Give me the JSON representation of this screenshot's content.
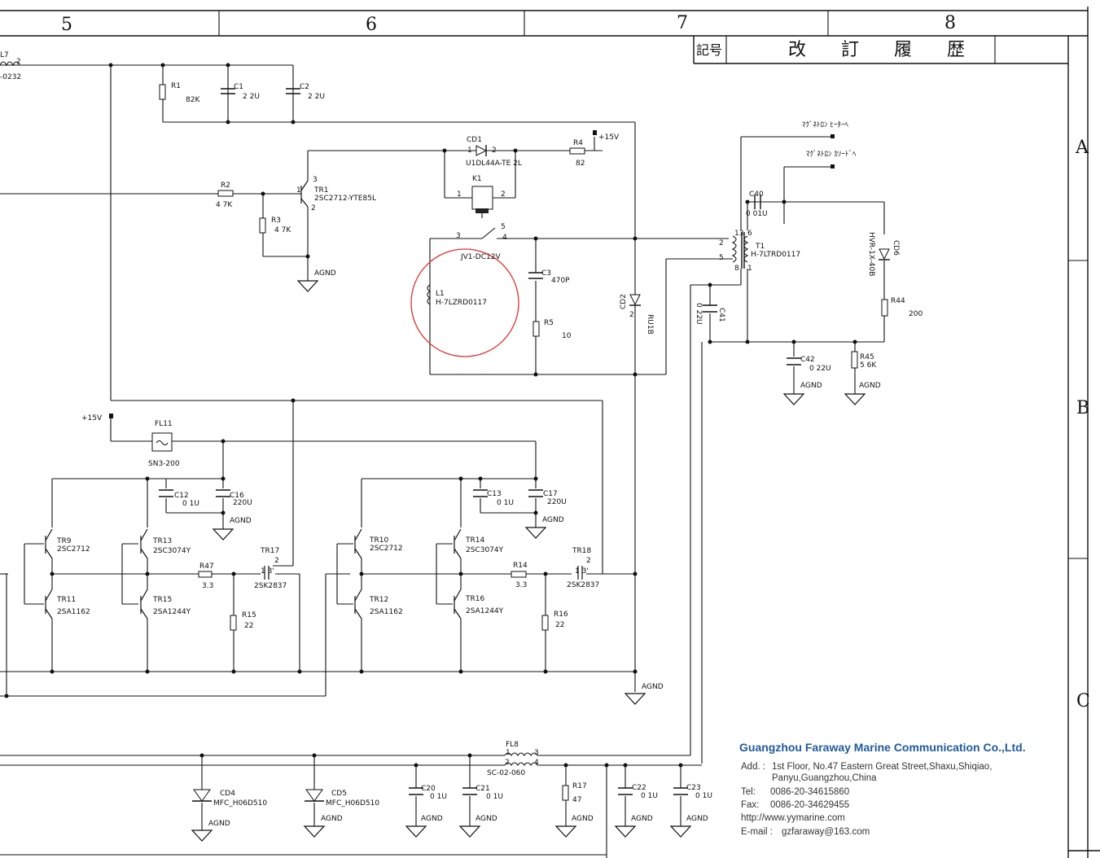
{
  "frame": {
    "columns": [
      "5",
      "6",
      "7",
      "8"
    ],
    "rows": [
      "A",
      "B",
      "C"
    ],
    "revision_header": {
      "symbol": "記号",
      "title": "改 訂 履 歴"
    }
  },
  "labels": {
    "l7": "L7",
    "l7_pin": "2",
    "l7_part": "-0232",
    "r1": "R1",
    "r1_val": "82K",
    "c1": "C1",
    "c1_val": "2 2U",
    "c2": "C2",
    "c2_val": "2 2U",
    "cd1": "CD1",
    "cd1_p1": "1",
    "cd1_p2": "2",
    "cd1_part": "U1DL44A-TE 2L",
    "r4": "R4",
    "r4_val": "82",
    "plus15v_top": "+15V",
    "k1": "K1",
    "k1_p1": "1",
    "k1_p2": "2",
    "k1_p3": "3",
    "k1_p4": "4",
    "k1_p5": "5",
    "k1_part": "JV1-DC12V",
    "r2": "R2",
    "r2_val": "4 7K",
    "r3": "R3",
    "r3_val": "4 7K",
    "tr1": "TR1",
    "tr1_part": "2SC2712-YTE85L",
    "tr1_p1": "1",
    "tr1_p2": "2",
    "tr1_p3": "3",
    "agnd": "AGND",
    "l1": "L1",
    "l1_part": "H-7LZRD0117",
    "c3": "C3",
    "c3_val": "470P",
    "r5": "R5",
    "r5_val": "10",
    "cd2": "CD2",
    "cd2_part": "RU1B",
    "cd2_p2": "2",
    "mag_heater": "ﾏｸﾞﾈﾄﾛﾝ ﾋｰﾀｰﾍ",
    "mag_cathode": "ﾏｸﾞﾈﾄﾛﾝ ｶｿｰﾄﾞﾍ",
    "c40": "C40",
    "c40_val": "0 01U",
    "t1": "T1",
    "t1_part": "H-7LTRD0117",
    "t1_p1": "1",
    "t1_p2": "2",
    "t1_p5": "5",
    "t1_p6": "6",
    "t1_p8": "8",
    "t1_p13": "13",
    "cd6": "CD6",
    "cd6_part": "HVR-1X-40B",
    "r44": "R44",
    "r44_val": "200",
    "c41": "C41",
    "c41_val": "0 22U",
    "c42": "C42",
    "c42_val": "0 22U",
    "r45": "R45",
    "r45_val": "5 6K",
    "plus15v_mid": "+15V",
    "fl11": "FL11",
    "fl11_part": "SN3-200",
    "c12": "C12",
    "c12_val": "0 1U",
    "c16": "C16",
    "c16_val": "220U",
    "c13": "C13",
    "c13_val": "0 1U",
    "c17": "C17",
    "c17_val": "220U",
    "tr9": "TR9",
    "tr9_part": "2SC2712",
    "tr11": "TR11",
    "tr11_part": "2SA1162",
    "tr13": "TR13",
    "tr13_part": "2SC3074Y",
    "tr15": "TR15",
    "tr15_part": "2SA1244Y",
    "r47": "R47",
    "r47_val": "3.3",
    "tr17": "TR17",
    "tr17_part": "2SK2837",
    "tr17_pins": "1 3'",
    "r15": "R15",
    "r15_val": "22",
    "tr10": "TR10",
    "tr10_part": "2SC2712",
    "tr12": "TR12",
    "tr12_part": "2SA1162",
    "tr14": "TR14",
    "tr14_part": "2SC3074Y",
    "tr16": "TR16",
    "tr16_part": "2SA1244Y",
    "r14": "R14",
    "r14_val": "3.3",
    "tr18": "TR18",
    "tr18_part": "2SK2837",
    "tr18_pins": "1 3'",
    "r16": "R16",
    "r16_val": "22",
    "pin2": "2",
    "pin3": "3",
    "fl8": "FL8",
    "fl8_part": "SC-02-060",
    "fl8_p1": "1",
    "fl8_p2": "2",
    "fl8_p3": "3",
    "fl8_p4": "4",
    "cd4": "CD4",
    "cd4_part": "MFC_H06D510",
    "cd5": "CD5",
    "cd5_part": "MFC_H06D510",
    "c20": "C20",
    "c20_val": "0 1U",
    "c21": "C21",
    "c21_val": "0 1U",
    "r17": "R17",
    "r17_val": "47",
    "c22": "C22",
    "c22_val": "0 1U",
    "c23": "C23",
    "c23_val": "0 1U"
  },
  "company": {
    "name": "Guangzhou Faraway Marine Communication Co.,Ltd.",
    "address_label": "Add. :",
    "address_line1": "1st Floor, No.47 Eastern Great Street,Shaxu,Shiqiao,",
    "address_line2": "Panyu,Guangzhou,China",
    "tel_label": "Tel:",
    "tel": "0086-20-34615860",
    "fax_label": "Fax:",
    "fax": "0086-20-34629455",
    "web": "http://www.yymarine.com",
    "email_label": "E-mail :",
    "email": "gzfaraway@163.com"
  },
  "annotation": {
    "color": "#e03030",
    "shape": "circle"
  },
  "colors": {
    "company": "#1f5a9c",
    "ink": "#111111"
  }
}
